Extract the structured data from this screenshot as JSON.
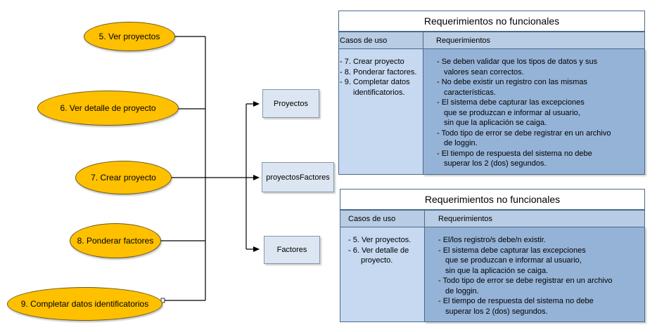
{
  "use_cases": [
    {
      "label": "5. Ver proyectos"
    },
    {
      "label": "6. Ver detalle de proyecto"
    },
    {
      "label": "7. Crear proyecto"
    },
    {
      "label": "8. Ponderar factores"
    },
    {
      "label": "9. Completar datos identificatorios"
    }
  ],
  "entities": [
    {
      "label": "Proyectos"
    },
    {
      "label": "proyectosFactores"
    },
    {
      "label": "Factores"
    }
  ],
  "tables": [
    {
      "title": "Requerimientos no funcionales",
      "col_cases": "Casos de uso",
      "col_reqs": "Requerimientos",
      "cases": [
        "- 7. Crear proyecto",
        "- 8. Ponderar factores.",
        "- 9. Completar datos",
        "identificatorios."
      ],
      "reqs": [
        "- Se deben validar que los tipos de datos y sus",
        "valores sean correctos.",
        "- No debe existir un registro con las mismas",
        "características.",
        "- El sistema debe capturar las excepciones",
        "que se produzcan e informar al usuario,",
        "sin que la aplicación se caiga.",
        "- Todo tipo de error se debe registrar en un archivo",
        "de loggin.",
        "- El tiempo de respuesta del sistema no debe",
        "superar los 2 (dos) segundos."
      ]
    },
    {
      "title": "Requerimientos no funcionales",
      "col_cases": "Casos de uso",
      "col_reqs": "Requerimientos",
      "cases": [
        "- 5. Ver proyectos.",
        "- 6. Ver detalle de",
        "proyecto."
      ],
      "reqs": [
        "- El/los registro/s debe/n existir.",
        "- El sistema debe capturar las excepciones",
        "que se produzcan e informar al usuario,",
        "sin que la aplicación se caiga.",
        "- Todo tipo de error se debe registrar en un archivo",
        "de loggin.",
        "- El tiempo de respuesta del sistema no debe",
        "superar los 2 (dos) segundos."
      ]
    }
  ],
  "colors": {
    "use_case_fill": "#ffc000",
    "entity_fill": "#dce6f2",
    "header_fill": "#b8cce4",
    "cases_fill": "#c6d9f1",
    "reqs_fill": "#95b3d7",
    "border": "#4a6a8a"
  }
}
